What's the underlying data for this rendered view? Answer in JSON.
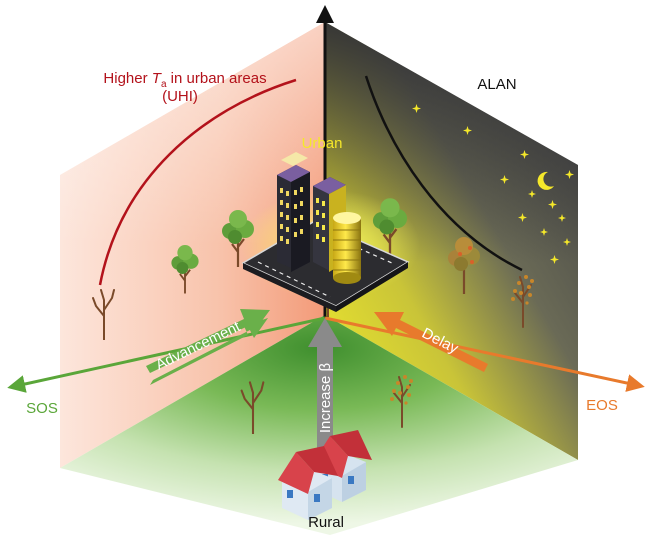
{
  "labels": {
    "uhi_line1_prefix": "Higher ",
    "uhi_ta_symbol": "T",
    "uhi_ta_subscript": "a",
    "uhi_line1_suffix": " in urban areas",
    "uhi_line2": "(UHI)",
    "alan": "ALAN",
    "urban": "Urban",
    "advancement": "Advancement",
    "delay": "Delay",
    "increase_beta": "Increase β",
    "sos": "SOS",
    "eos": "EOS",
    "rural": "Rural"
  },
  "colors": {
    "uhi_curve": "#b3121b",
    "alan_curve": "#111111",
    "sos_green": "#5aa639",
    "eos_orange": "#e87a2c",
    "beta_gray": "#8a8a8a",
    "urban_text": "#f5e82a",
    "star": "#f5e82a",
    "wall_left": "#f6b69c",
    "wall_right_dark": "#3e3e44",
    "floor_green": "#7fbf5a"
  },
  "icons": [
    "star-icon",
    "moon-icon",
    "tree-icon",
    "bare-tree-icon",
    "house-icon",
    "building-icon"
  ]
}
